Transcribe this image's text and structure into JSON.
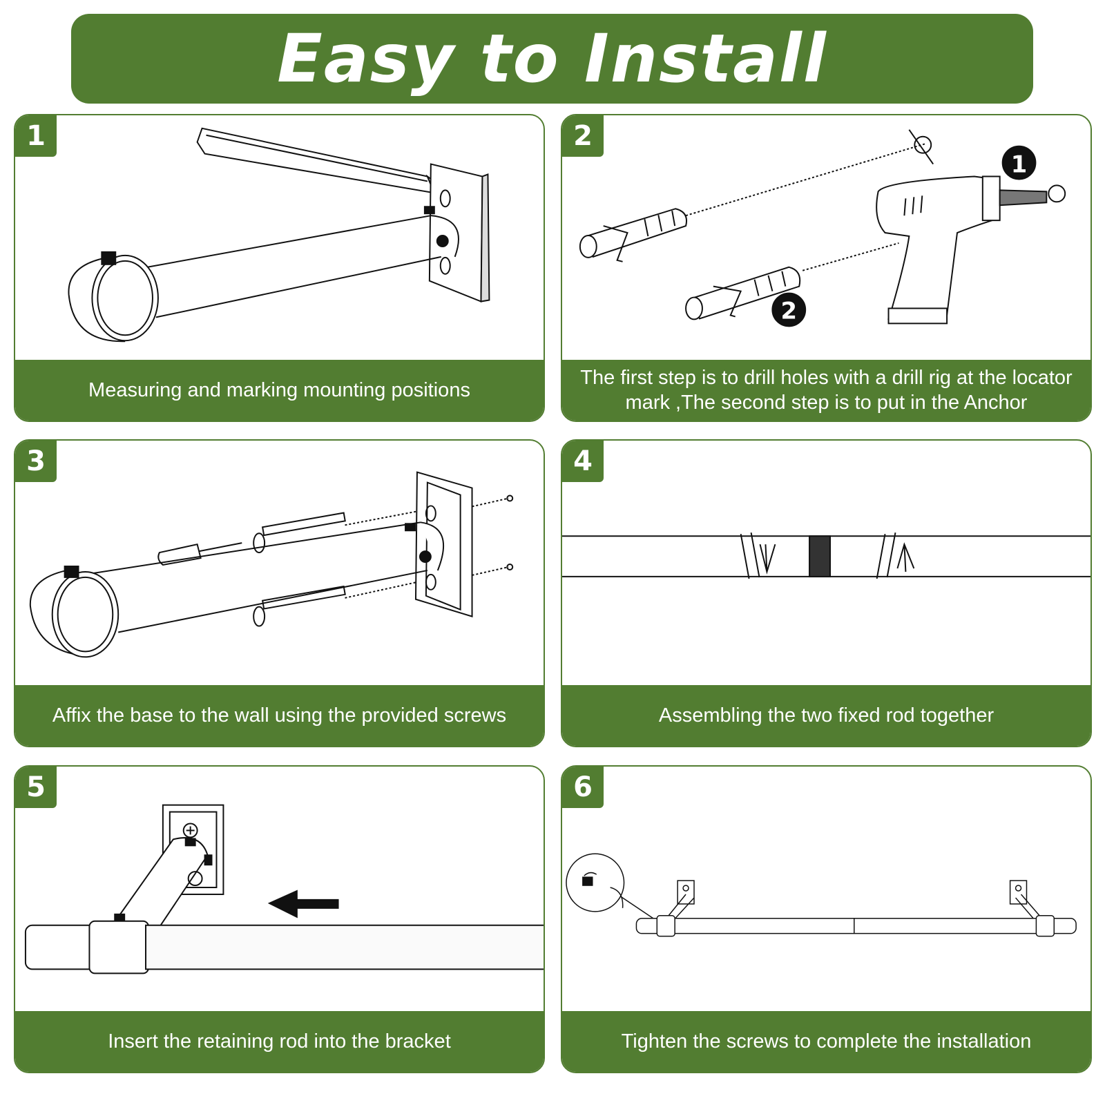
{
  "title": "Easy to Install",
  "steps": [
    {
      "number": "1",
      "caption": "Measuring and marking mounting positions"
    },
    {
      "number": "2",
      "caption": "The first step is to drill holes with a drill rig at the locator mark ,The second step is to put in the Anchor",
      "markers": [
        "1",
        "2"
      ]
    },
    {
      "number": "3",
      "caption": "Affix the base to the wall using the provided screws"
    },
    {
      "number": "4",
      "caption": "Assembling the two fixed rod together"
    },
    {
      "number": "5",
      "caption": "Insert the retaining rod into the bracket"
    },
    {
      "number": "6",
      "caption": "Tighten the screws to complete the installation"
    }
  ],
  "colors": {
    "accent": "#527d31",
    "text_on_accent": "#ffffff"
  }
}
